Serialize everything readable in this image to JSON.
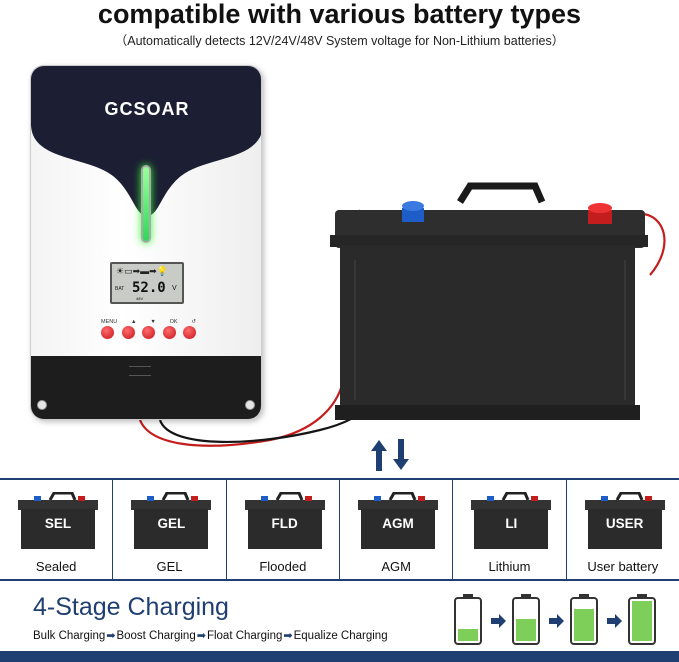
{
  "header": {
    "title": "compatible with various battery types",
    "subtitle": "（Automatically detects 12V/24V/48V System voltage for Non-Lithium batteries）"
  },
  "controller": {
    "brand": "GCSOAR",
    "lcd": {
      "label": "BAT",
      "value": "52.0",
      "unit": "V",
      "sub": "48V"
    },
    "buttons": [
      "MENU",
      "▲",
      "▼",
      "OK",
      "↺"
    ]
  },
  "battery_types": [
    {
      "label": "SEL",
      "name": "Sealed"
    },
    {
      "label": "GEL",
      "name": "GEL"
    },
    {
      "label": "FLD",
      "name": "Flooded"
    },
    {
      "label": "AGM",
      "name": "AGM"
    },
    {
      "label": "LI",
      "name": "Lithium"
    },
    {
      "label": "USER",
      "name": "User battery"
    }
  ],
  "charging": {
    "title": "4-Stage Charging",
    "steps": [
      "Bulk Charging",
      "Boost Charging",
      "Float Charging",
      "Equalize Charging"
    ],
    "levels": [
      0.3,
      0.55,
      0.8,
      1.0
    ]
  },
  "colors": {
    "navy": "#1f3f72",
    "green": "#7dcf5a",
    "red": "#d91e25",
    "blue_terminal": "#1e5cc8"
  }
}
